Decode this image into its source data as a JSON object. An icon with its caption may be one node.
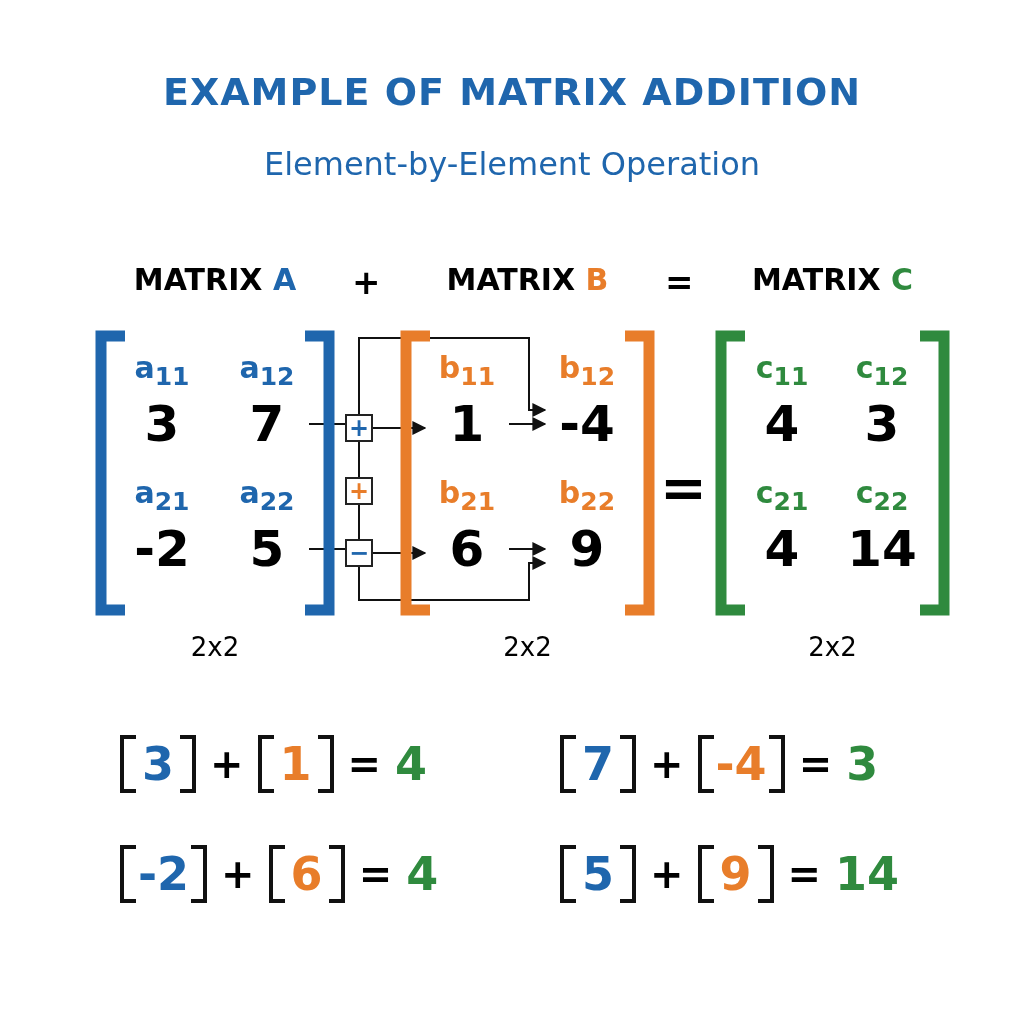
{
  "diagram": {
    "title": "EXAMPLE OF MATRIX ADDITION",
    "nodes": [
      {
        "text": [
          "MATRIX A"
        ],
        "beside": [
          "2x2"
        ]
      },
      {
        "text": [
          "a$_{11}$",
          "3"
        ],
        "in": 0
      },
      {
        "text": [
          "a$_{12}$",
          "7"
        ],
        "in": 0
      },
      {
        "text": [
          "a$_{21}$",
          "-2"
        ],
        "in": 0
      },
      {
        "text": [
          "a$_{22}$",
          "5"
        ],
        "in": 0
      },
      {
        "text": [
          "+"
        ]
      },
      {
        "text": [
          "+"
        ]
      },
      {
        "text": [
          "−"
        ]
      },
      {
        "text": [
          "MATRIX B"
        ],
        "beside": [
          "2x2"
        ]
      },
      {
        "text": [
          "b$_{11}$",
          "1"
        ],
        "in": 8
      },
      {
        "text": [
          "b$_{12}$",
          "-4"
        ],
        "in": 8
      },
      {
        "text": [
          "b$_{21}$",
          "6"
        ],
        "in": 8
      },
      {
        "text": [
          "b$_{22}$",
          "9"
        ],
        "in": 8
      },
      {
        "text": [
          "MATRIX C"
        ],
        "beside": [
          "2x2"
        ]
      },
      {
        "text": [
          "c$_{11}$",
          "4"
        ],
        "in": 13
      },
      {
        "text": [
          "c$_{12}$",
          "3"
        ],
        "in": 13
      },
      {
        "text": [
          "c$_{21}$",
          "4"
        ],
        "in": 13
      },
      {
        "text": [
          "c$_{22}$",
          "14"
        ],
        "in": 13
      }
    ],
    "edges": [
      {
        "from": 2,
        "to": 5,
        "arrow": "none"
      },
      {
        "from": 5,
        "to": 9,
        "arrow": "to"
      },
      {
        "from": 9,
        "to": 10,
        "arrow": "to"
      },
      {
        "from": 5,
        "to": 10,
        "arrow": "to"
      },
      {
        "from": 5,
        "to": 6,
        "arrow": "none"
      },
      {
        "from": 6,
        "to": 7,
        "arrow": "none"
      },
      {
        "from": 4,
        "to": 7,
        "arrow": "none"
      },
      {
        "from": 7,
        "to": 11,
        "arrow": "to"
      },
      {
        "from": 11,
        "to": 12,
        "arrow": "to"
      },
      {
        "from": 7,
        "to": 12,
        "arrow": "to"
      }
    ],
    "labels": [
      "Element-by-Element Operation",
      "+",
      "=",
      "=",
      "3",
      "+",
      "1",
      "=",
      "4",
      "7",
      "+",
      "-4",
      "=",
      "3",
      "-2",
      "+",
      "6",
      "=",
      "4",
      "5",
      "+",
      "9",
      "=",
      "14"
    ]
  }
}
